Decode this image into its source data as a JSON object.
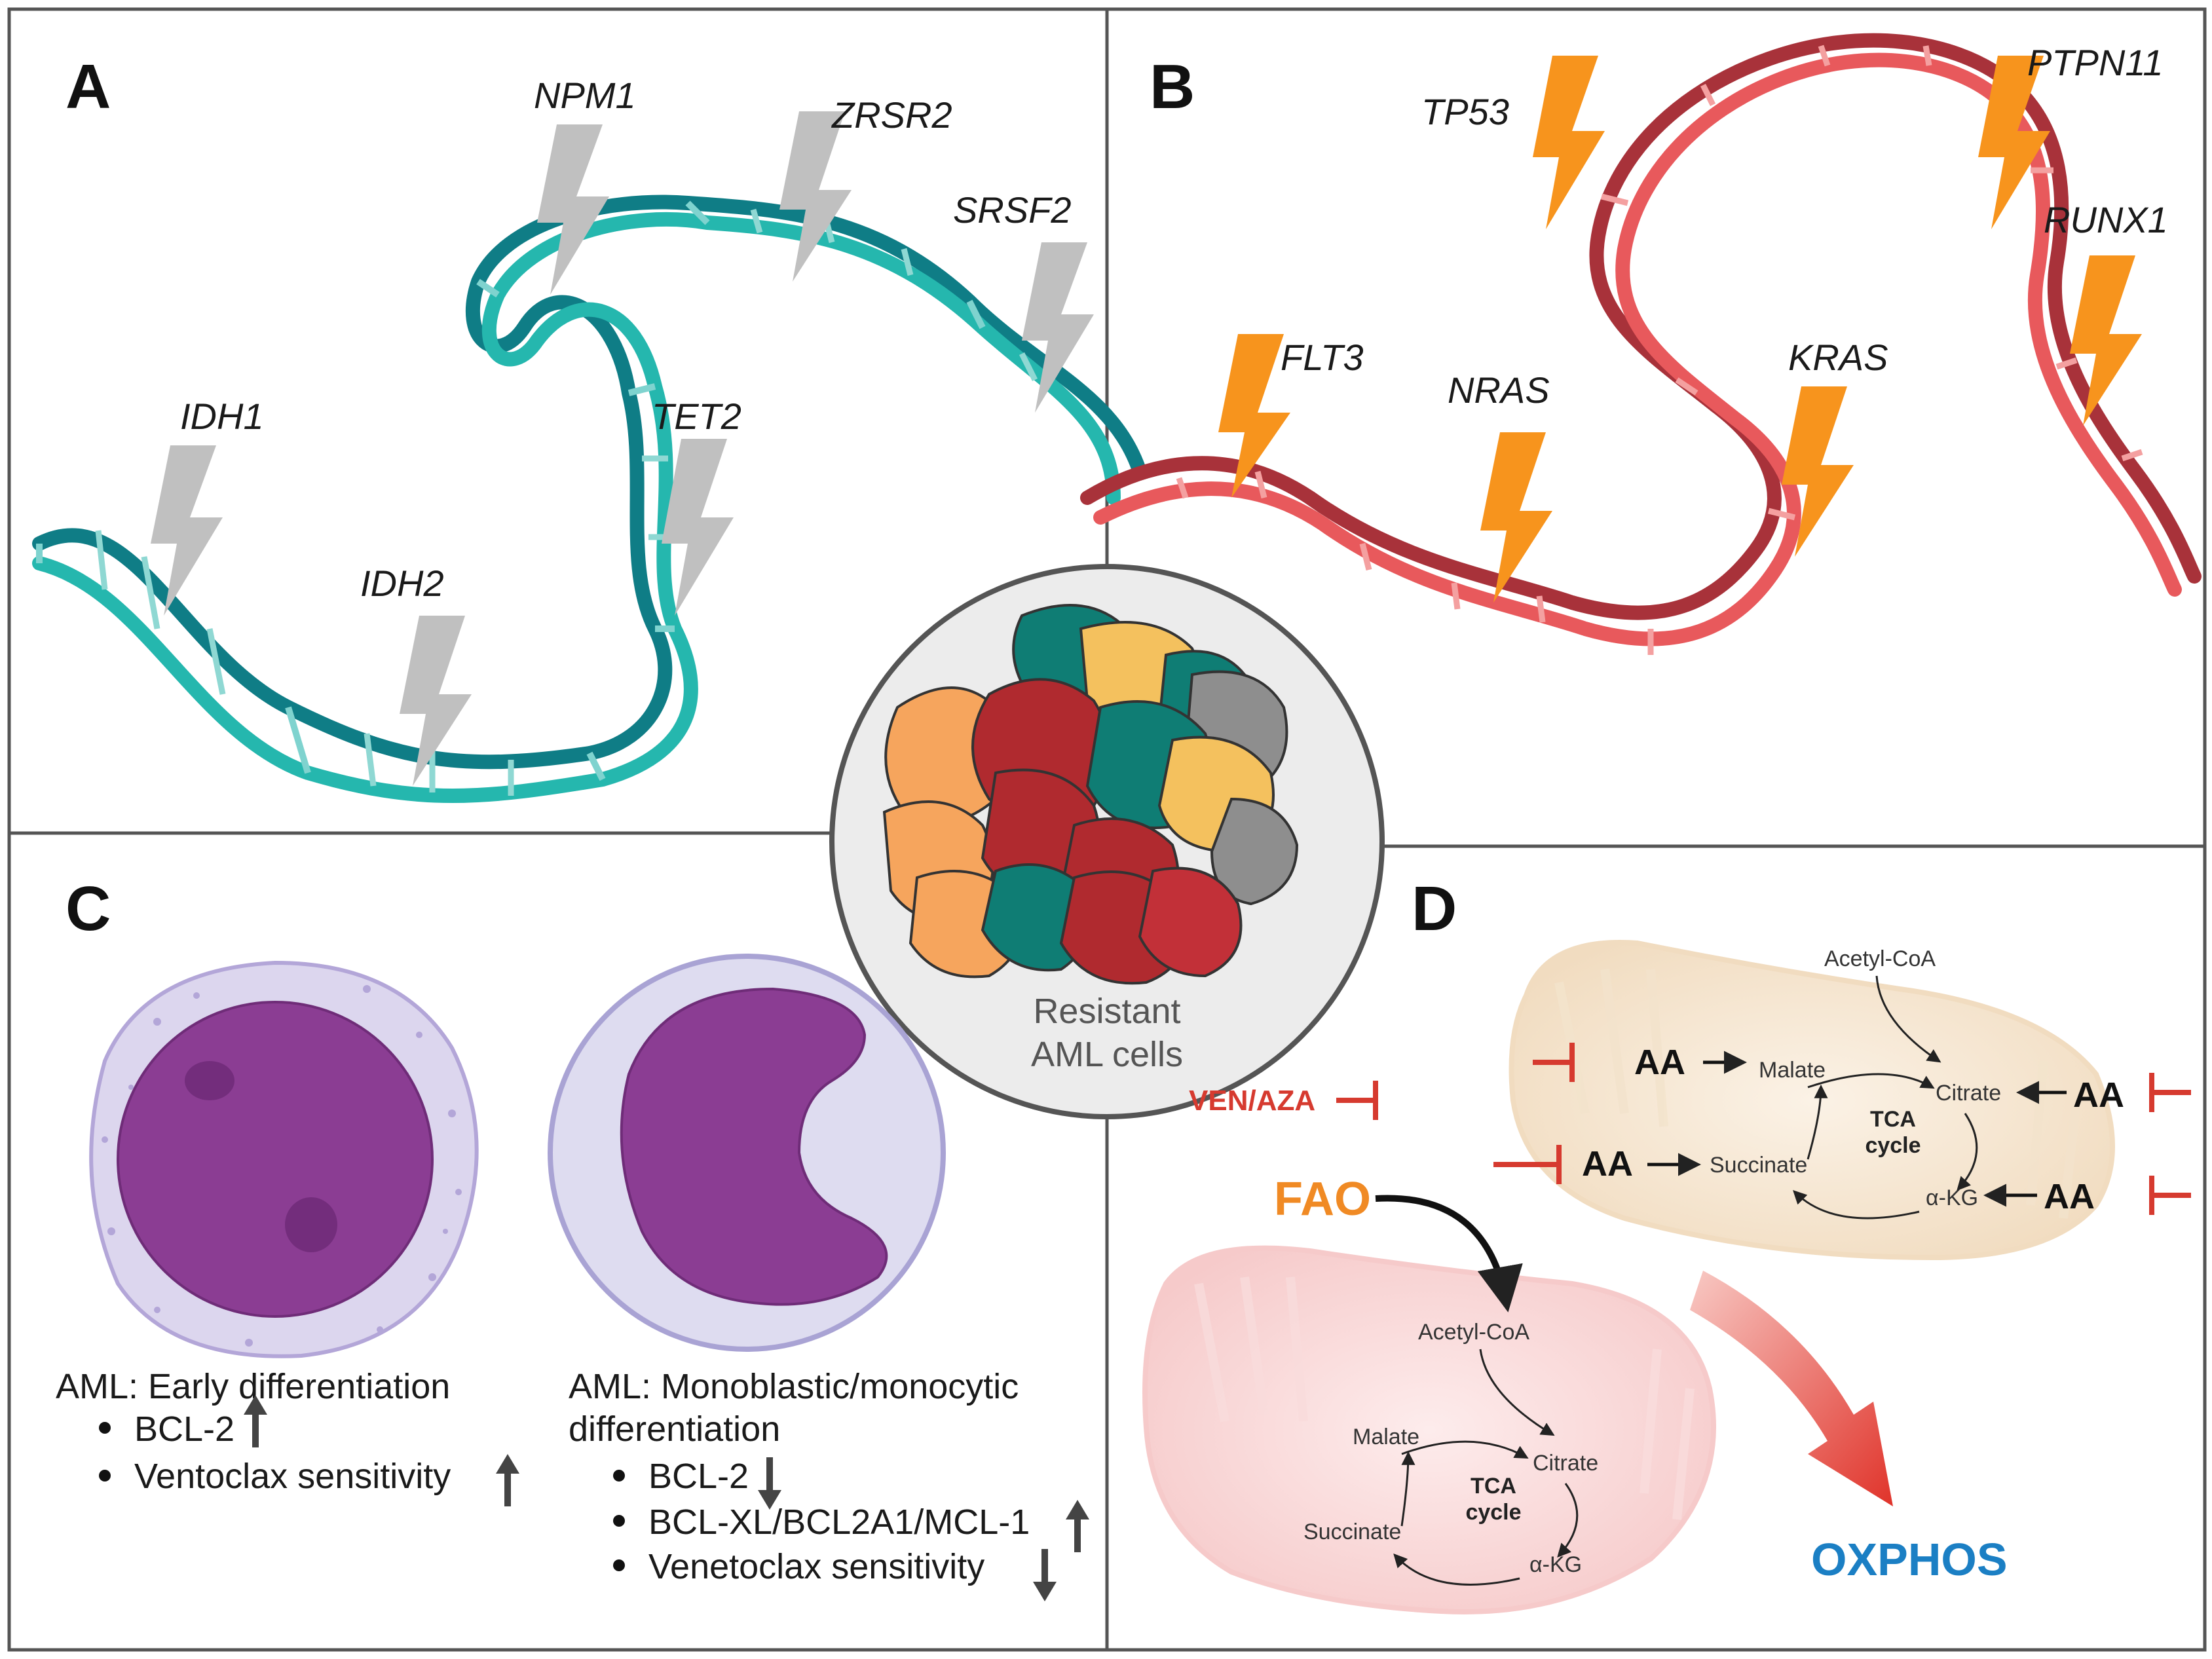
{
  "panels": {
    "a": "A",
    "b": "B",
    "c": "C",
    "d": "D"
  },
  "panel_a": {
    "genes": [
      "NPM1",
      "ZRSR2",
      "SRSF2",
      "IDH1",
      "TET2",
      "IDH2"
    ]
  },
  "panel_b": {
    "genes": [
      "TP53",
      "PTPN11",
      "RUNX1",
      "FLT3",
      "NRAS",
      "KRAS"
    ]
  },
  "center": {
    "line1": "Resistant",
    "line2": "AML cells"
  },
  "panel_c": {
    "left": {
      "title": "AML: Early differentiation",
      "bullets": [
        "BCL-2",
        "Ventoclax sensitivity"
      ]
    },
    "right": {
      "title_line1": "AML: Monoblastic/monocytic",
      "title_line2": "differentiation",
      "bullets": [
        "BCL-2",
        "BCL-XL/BCL2A1/MCL-1",
        "Venetoclax sensitivity"
      ]
    }
  },
  "panel_d": {
    "ven_aza": "VEN/AZA",
    "fao": "FAO",
    "oxphos": "OXPHOS",
    "aa": "AA",
    "tca_top": {
      "acetyl": "Acetyl-CoA",
      "malate": "Malate",
      "citrate": "Citrate",
      "succinate": "Succinate",
      "akg": "α-KG",
      "tca1": "TCA",
      "tca2": "cycle"
    },
    "tca_bottom": {
      "acetyl": "Acetyl-CoA",
      "malate": "Malate",
      "citrate": "Citrate",
      "succinate": "Succinate",
      "akg": "α-KG",
      "tca1": "TCA",
      "tca2": "cycle"
    }
  },
  "colors": {
    "teal": "#1fa3a0",
    "teal_dark": "#0f7d86",
    "red": "#e0575a",
    "red_dark": "#a8323a",
    "orange_bolt": "#f7941d",
    "gray_bolt": "#bdbdbd",
    "inhibit": "#d63a2f",
    "oxphos": "#1b7fc4"
  }
}
